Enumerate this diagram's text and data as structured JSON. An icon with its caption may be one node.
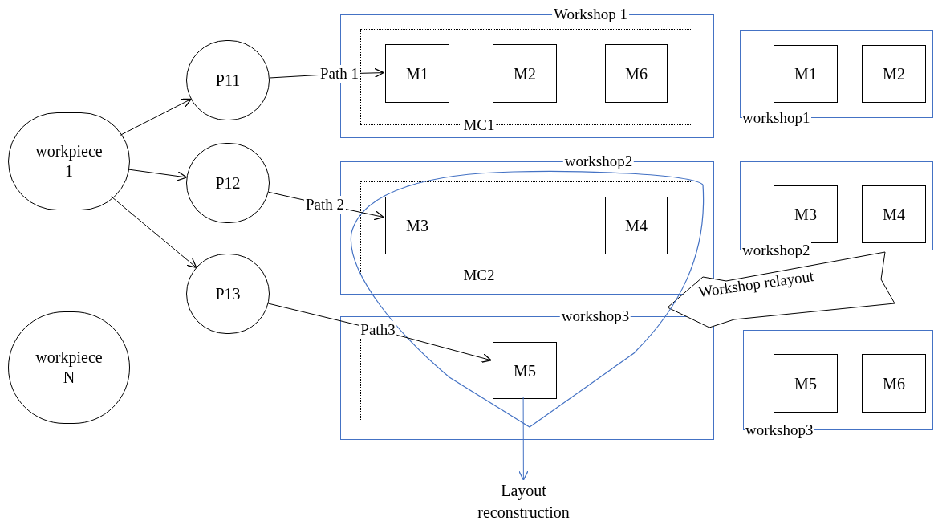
{
  "diagram": {
    "nodes": [
      {
        "text": [
          "workpiece 1"
        ]
      },
      {
        "text": [
          "P11"
        ]
      },
      {
        "text": [
          "P12"
        ]
      },
      {
        "text": [
          "P13"
        ]
      },
      {
        "text": [
          "workpiece N"
        ]
      },
      {
        "text": [
          "Workshop 1"
        ]
      },
      {
        "text": [
          "MC1"
        ],
        "in": 5
      },
      {
        "text": [
          "M1"
        ],
        "in": 6
      },
      {
        "text": [
          "M2"
        ],
        "in": 6
      },
      {
        "text": [
          "M6"
        ],
        "in": 6
      },
      {
        "text": [
          "workshop2"
        ]
      },
      {
        "text": [
          "MC2"
        ],
        "in": 10
      },
      {
        "text": [
          "M3"
        ],
        "in": 11
      },
      {
        "text": [
          "M4"
        ],
        "in": 11
      },
      {
        "text": [
          "workshop3"
        ]
      },
      {
        "text": [],
        "shape": "box",
        "in": 14
      },
      {
        "text": [
          "M5"
        ],
        "in": 15
      },
      {
        "text": [
          "workshop1"
        ]
      },
      {
        "text": [
          "M1"
        ],
        "in": 17
      },
      {
        "text": [
          "M2"
        ],
        "in": 17
      },
      {
        "text": [
          "workshop2"
        ]
      },
      {
        "text": [
          "M3"
        ],
        "in": 20
      },
      {
        "text": [
          "M4"
        ],
        "in": 20
      },
      {
        "text": [
          "workshop3"
        ]
      },
      {
        "text": [
          "M5"
        ],
        "in": 23
      },
      {
        "text": [
          "M6"
        ],
        "in": 23
      },
      {
        "text": [
          "Workshop relayout"
        ]
      },
      {
        "text": [
          "Layout reconstruction"
        ]
      }
    ],
    "edges": [
      {
        "from": 0,
        "to": 1,
        "arrow": "to"
      },
      {
        "from": 0,
        "to": 2,
        "arrow": "to"
      },
      {
        "from": 0,
        "to": 3,
        "arrow": "to"
      },
      {
        "from": 1,
        "to": 7,
        "arrow": "to",
        "label": "Path 1"
      },
      {
        "from": 2,
        "to": 12,
        "arrow": "to",
        "label": "Path 2"
      },
      {
        "from": 3,
        "to": 16,
        "arrow": "to",
        "label": "Path3"
      },
      {
        "from": 16,
        "to": 27,
        "arrow": "to",
        "color": "#4472c4"
      }
    ]
  }
}
